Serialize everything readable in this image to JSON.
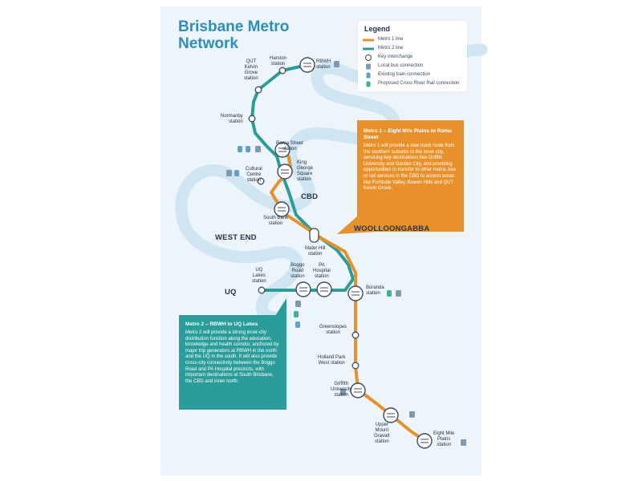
{
  "title": {
    "line1": "Brisbane Metro",
    "line2": "Network"
  },
  "colors": {
    "metro1": "#e8912b",
    "metro2": "#2a9d9a",
    "river": "#cfe6f2",
    "text": "#223044",
    "title": "#2d8fb7"
  },
  "legend": {
    "title": "Legend",
    "items": [
      {
        "icon": "metro1-line",
        "label": "Metro 1 line"
      },
      {
        "icon": "metro2-line",
        "label": "Metro 2 line"
      },
      {
        "icon": "key-interchange-icon",
        "label": "Key interchange"
      },
      {
        "icon": "bus-icon",
        "label": "Local bus connection"
      },
      {
        "icon": "train-icon",
        "label": "Existing train connection"
      },
      {
        "icon": "cross-river-rail-icon",
        "label": "Proposed Cross River Rail connection"
      }
    ]
  },
  "areas": {
    "cbd": "CBD",
    "west_end": "WEST END",
    "woolloongabba": "WOOLLOONGABBA",
    "uq": "UQ"
  },
  "stations": {
    "harston": "Harston\nstation",
    "rbwh": "RBWH\nstation",
    "qut": "QUT\nKelvin\nGrove\nstation",
    "normanby": "Normanby\nstation",
    "roma_street": "Roma Street\nstation",
    "king_george": "King\nGeorge\nSquare\nstation",
    "cultural_centre": "Cultural\nCentre\nstation",
    "south_bank": "South Bank\nstation",
    "mater_hill": "Mater Hill\nstation",
    "uq_lakes": "UQ\nLakes\nstation",
    "boggo_road": "Boggo\nRoad\nstation",
    "pa_hospital": "PA\nHospital\nstation",
    "buranda": "Buranda\nstation",
    "greenslopes": "Greenslopes\nstation",
    "holland_park": "Holland Park\nWest station",
    "griffith": "Griffith\nUniversity\nstation",
    "upper_mount_gravatt": "Upper\nMount\nGravatt\nstation",
    "eight_mile_plains": "Eight Mile\nPlains\nstation"
  },
  "metro1": {
    "heading": "Metro 1 – Eight Mile Plains to Roma Street",
    "body": "Metro 1 will provide a new trunk route from the southern suburbs to the inner-city, servicing key destinations like Griffith University and Garden City, and providing opportunities to transfer to other metro, bus or rail services in the CBD to access areas like Fortitude Valley, Bowen Hills and QUT Kelvin Grove."
  },
  "metro2": {
    "heading": "Metro 2 – RBWH to UQ Lakes",
    "body": "Metro 2 will provide a strong inner-city distribution function along the education, knowledge and health corridor, anchored by major trip generators at RBWH in the north and the UQ in the south. It will also provide cross-city connectivity between the Boggo Road and PA Hospital precincts, with important destinations at South Brisbane, the CBD and inner north."
  }
}
